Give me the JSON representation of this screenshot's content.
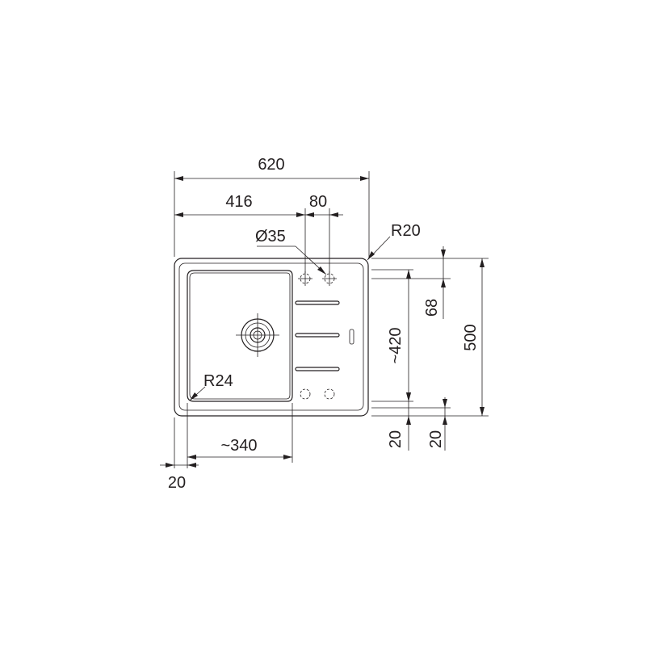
{
  "drawing": {
    "dimensions": {
      "overall_width": "620",
      "bowl_section": "416",
      "tap_spacing": "80",
      "tap_hole_diameter": "Ø35",
      "outer_corner_radius": "R20",
      "bowl_corner_radius": "R24",
      "bowl_width": "~340",
      "rim_left": "20",
      "tap_offset": "68",
      "overall_depth": "500",
      "bowl_depth": "~420",
      "rim_bottom_inner": "20",
      "rim_bottom_outer": "20"
    },
    "colors": {
      "line": "#231f20",
      "background": "#ffffff"
    }
  }
}
